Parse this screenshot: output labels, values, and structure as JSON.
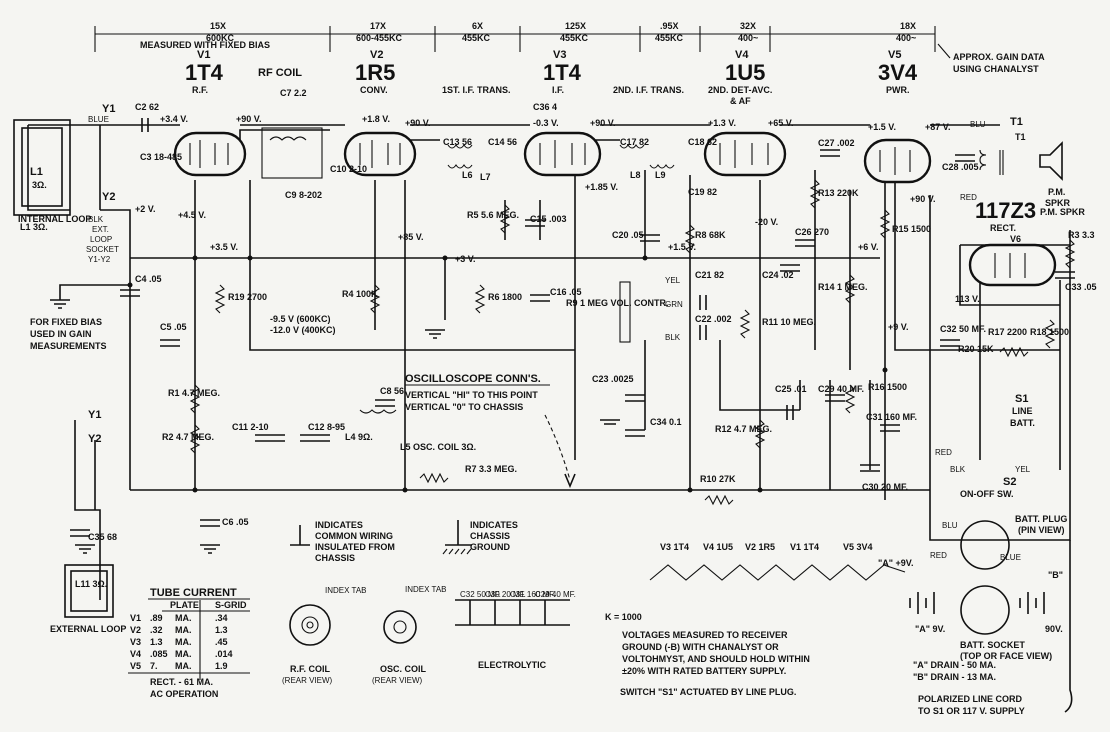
{
  "gain_row": [
    {
      "gain": "15X",
      "freq": "600KC"
    },
    {
      "gain": "17X",
      "freq": "600-455KC"
    },
    {
      "gain": "6X",
      "freq": "455KC"
    },
    {
      "gain": "125X",
      "freq": "455KC"
    },
    {
      "gain": ".95X",
      "freq": "455KC"
    },
    {
      "gain": "32X",
      "freq": "400~"
    },
    {
      "gain": "18X",
      "freq": "400~"
    }
  ],
  "measured_note": "MEASURED WITH FIXED BIAS",
  "approx_note": [
    "APPROX. GAIN DATA",
    "USING CHANALYST"
  ],
  "tubes": [
    {
      "ref": "V1",
      "type": "1T4",
      "func": "R.F."
    },
    {
      "ref": "V2",
      "type": "1R5",
      "func": "CONV."
    },
    {
      "ref": "V3",
      "type": "1T4",
      "func": "I.F."
    },
    {
      "ref": "V4",
      "type": "1U5",
      "func": "2ND. DET-AVC.",
      "func2": "& AF"
    },
    {
      "ref": "V5",
      "type": "3V4",
      "func": "PWR."
    },
    {
      "ref": "V6",
      "type": "117Z3",
      "func": "RECT."
    }
  ],
  "section_labels": {
    "rf_coil": "RF COIL",
    "if1": "1ST. I.F. TRANS.",
    "if2": "2ND. I.F. TRANS."
  },
  "components": [
    "C2 62",
    "C3 18-485",
    "C4 .05",
    "C5 .05",
    "C6 .05",
    "C7 2.2",
    "C9 8-202",
    "C10 2-10",
    "C11 2-10",
    "C12 8-95",
    "C13 56",
    "C14 56",
    "C15 .003",
    "C16 .05",
    "C17 82",
    "C18 62",
    "C19 82",
    "C20 .05",
    "C21 82",
    "C22 .002",
    "C23 .0025",
    "C24 .02",
    "C25 .01",
    "C26 270",
    "C27 .002",
    "C28 .005",
    "C29 40 MF.",
    "C30 20 MF.",
    "C31 160 MF.",
    "C32 50 MF.",
    "C33 .05",
    "C34 0.1",
    "C35 68",
    "C36 4",
    "C8 56",
    "R1 4.7 MEG.",
    "R2 4.7 MEG.",
    "R3 3.3",
    "R4 100K",
    "R5 5.6 MEG.",
    "R6 1800",
    "R7 3.3 MEG.",
    "R8 68K",
    "R9 1 MEG VOL. CONTR.",
    "R10 27K",
    "R11 10 MEG.",
    "R12 4.7 MEG.",
    "R13 220K",
    "R14 1 MEG.",
    "R15 1500",
    "R16 1500",
    "R17 2200",
    "R18 1500",
    "R19 2700",
    "R20 15K",
    "L1 3Ω.",
    "L4 9Ω.",
    "L5 OSC. COIL 3Ω.",
    "L6",
    "L7",
    "L8",
    "L9",
    "T1",
    "P.M. SPKR"
  ],
  "voltages": [
    "+3.4 V.",
    "+90 V.",
    "+1.8 V.",
    "+90 V.",
    "-0.3 V.",
    "+90 V.",
    "+1.3 V.",
    "+65 V.",
    "+1.5 V.",
    "+87 V.",
    "+4.5 V.",
    "+3.5 V.",
    "+85 V.",
    "+1.85 V.",
    "+1.5 V.",
    "-20 V.",
    "+6 V.",
    "+9 V.",
    "+3 V.",
    "+2 V.",
    "+90 V.",
    "113 V.",
    "-9.5 V (600KC)",
    "-12.0 V (400KC)"
  ],
  "wire_colors": [
    "BLUE",
    "BLK",
    "YEL",
    "GRN",
    "BLK",
    "BLU",
    "RED",
    "RED",
    "BLK",
    "YEL",
    "BLU",
    "RED",
    "BLUE"
  ],
  "loop_labels": {
    "internal": "INTERNAL LOOP",
    "ext_socket": [
      "EXT.",
      "LOOP",
      "SOCKET",
      "Y1-Y2"
    ],
    "external": "EXTERNAL LOOP",
    "l11": "L11 3Ω."
  },
  "fixed_bias_note": [
    "FOR FIXED BIAS",
    "USED IN GAIN",
    "MEASUREMENTS"
  ],
  "osc_note": {
    "title": "OSCILLOSCOPE CONN'S.",
    "l1": "VERTICAL \"HI\" TO THIS POINT",
    "l2": "VERTICAL \"0\" TO CHASSIS"
  },
  "legend": {
    "common": [
      "INDICATES",
      "COMMON WIRING",
      "INSULATED FROM",
      "CHASSIS"
    ],
    "chassis": [
      "INDICATES",
      "CHASSIS",
      "GROUND"
    ]
  },
  "tube_current": {
    "title": "TUBE CURRENT",
    "headers": [
      "PLATE",
      "S-GRID"
    ],
    "rows": [
      [
        "V1",
        ".89",
        "MA.",
        ".34"
      ],
      [
        "V2",
        ".32",
        "MA.",
        "1.3"
      ],
      [
        "V3",
        "1.3",
        "MA.",
        ".45"
      ],
      [
        "V4",
        ".085",
        "MA.",
        ".014"
      ],
      [
        "V5",
        "7.",
        "MA.",
        "1.9"
      ]
    ],
    "rect": "RECT. - 61 MA.",
    "ac": "AC OPERATION"
  },
  "coil_views": {
    "rf": [
      "R.F. COIL",
      "(REAR VIEW)"
    ],
    "osc": [
      "OSC. COIL",
      "(REAR VIEW)"
    ],
    "index": "INDEX TAB"
  },
  "electrolytic": {
    "label": "ELECTROLYTIC",
    "caps": [
      "C32 50 MF.",
      "C30 20 MF.",
      "C31 160 MF.",
      "C29 40 MF."
    ]
  },
  "filament": {
    "tubes": [
      "V3 1T4",
      "V4 1U5",
      "V2 1R5",
      "V1 1T4",
      "V5 3V4"
    ],
    "a_plus": "\"A\" +9V."
  },
  "k_note": "K = 1000",
  "notes": [
    "VOLTAGES MEASURED TO RECEIVER",
    "GROUND (-B) WITH CHANALYST OR",
    "VOLTOHMYST, AND SHOULD HOLD WITHIN",
    "±20% WITH RATED BATTERY SUPPLY."
  ],
  "switch_note": "SWITCH \"S1\" ACTUATED BY LINE PLUG.",
  "switch_labels": {
    "s1": [
      "S1",
      "LINE",
      "BATT."
    ],
    "s2": "S2",
    "s2b": "ON-OFF SW."
  },
  "battery": {
    "plug": [
      "BATT. PLUG",
      "(PIN VIEW)"
    ],
    "socket": [
      "BATT. SOCKET",
      "(TOP OR FACE VIEW)"
    ],
    "a": "\"A\" 9V.",
    "b_label": "\"B\"",
    "b": "90V.",
    "a_drain": "\"A\" DRAIN - 50 MA.",
    "b_drain": "\"B\" DRAIN - 13 MA."
  },
  "line_cord": [
    "POLARIZED LINE CORD",
    "TO S1 OR 117 V. SUPPLY"
  ],
  "y_labels": [
    "Y1",
    "Y2",
    "Y1",
    "Y2"
  ]
}
